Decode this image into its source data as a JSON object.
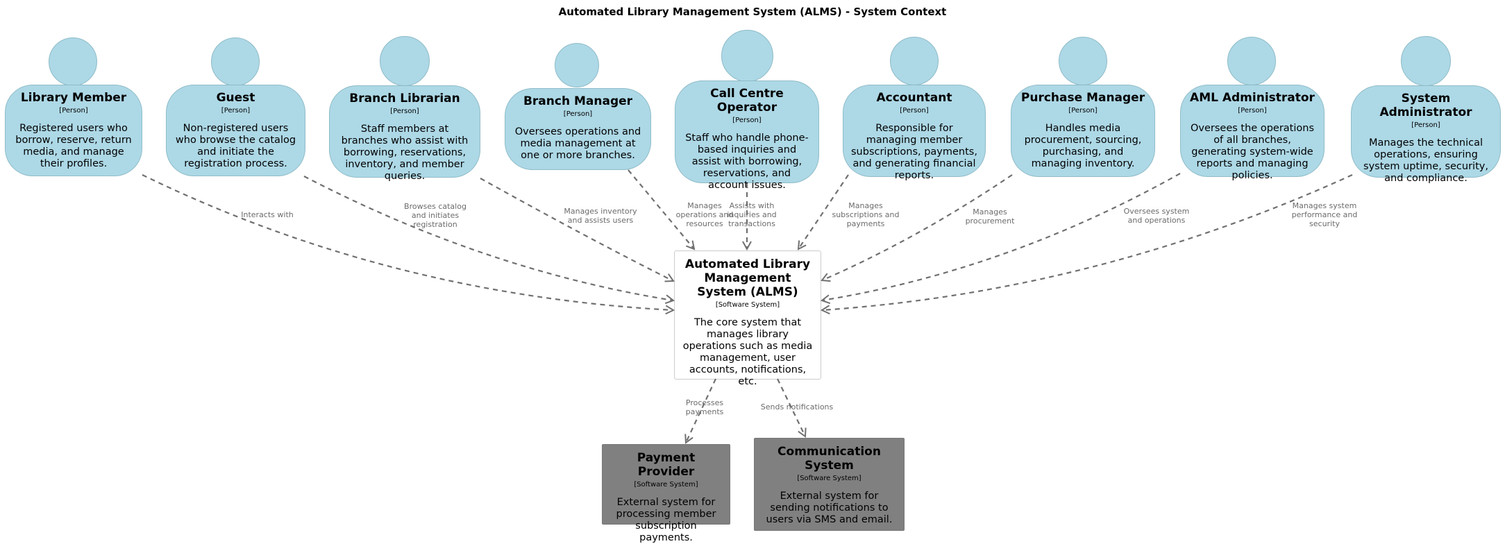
{
  "title": "Automated Library Management System (ALMS) - System Context",
  "persons": [
    {
      "name": "Library Member",
      "stereotype": "[Person]",
      "description": "Registered users who borrow, reserve, return media, and manage their profiles."
    },
    {
      "name": "Guest",
      "stereotype": "[Person]",
      "description": "Non-registered users who browse the catalog and initiate the registration process."
    },
    {
      "name": "Branch Librarian",
      "stereotype": "[Person]",
      "description": "Staff members at branches who assist with borrowing, reservations, inventory, and member queries."
    },
    {
      "name": "Branch Manager",
      "stereotype": "[Person]",
      "description": "Oversees operations and media management at one or more branches."
    },
    {
      "name": "Call Centre Operator",
      "stereotype": "[Person]",
      "description": "Staff who handle phone-based inquiries and assist with borrowing, reservations, and account issues."
    },
    {
      "name": "Accountant",
      "stereotype": "[Person]",
      "description": "Responsible for managing member subscriptions, payments, and generating financial reports."
    },
    {
      "name": "Purchase Manager",
      "stereotype": "[Person]",
      "description": "Handles media procurement, sourcing, purchasing, and managing inventory."
    },
    {
      "name": "AML Administrator",
      "stereotype": "[Person]",
      "description": "Oversees the operations of all branches, generating system-wide reports and managing policies."
    },
    {
      "name": "System Administrator",
      "stereotype": "[Person]",
      "description": "Manages the technical operations, ensuring system uptime, security, and compliance."
    }
  ],
  "core_system": {
    "name": "Automated Library Management System (ALMS)",
    "stereotype": "[Software System]",
    "description": "The core system that manages library operations such as media management, user accounts, notifications, etc."
  },
  "external_systems": [
    {
      "name": "Payment Provider",
      "stereotype": "[Software System]",
      "description": "External system for processing member subscription payments."
    },
    {
      "name": "Communication System",
      "stereotype": "[Software System]",
      "description": "External system for sending notifications to users via SMS and email."
    }
  ],
  "relationships": [
    {
      "label": "Interacts with"
    },
    {
      "label": "Browses catalog and initiates registration"
    },
    {
      "label": "Manages inventory and assists users"
    },
    {
      "label": "Manages operations and resources"
    },
    {
      "label": "Assists with inquiries and transactions"
    },
    {
      "label": "Manages subscriptions and payments"
    },
    {
      "label": "Manages procurement"
    },
    {
      "label": "Oversees system and operations"
    },
    {
      "label": "Manages system performance and security"
    },
    {
      "label": "Processes payments"
    },
    {
      "label": "Sends notifications"
    }
  ],
  "colors": {
    "person_fill": "#add8e6",
    "person_border": "#8fbcc8",
    "core_fill": "#ffffff",
    "external_fill": "#808080",
    "arrow": "#707070"
  }
}
